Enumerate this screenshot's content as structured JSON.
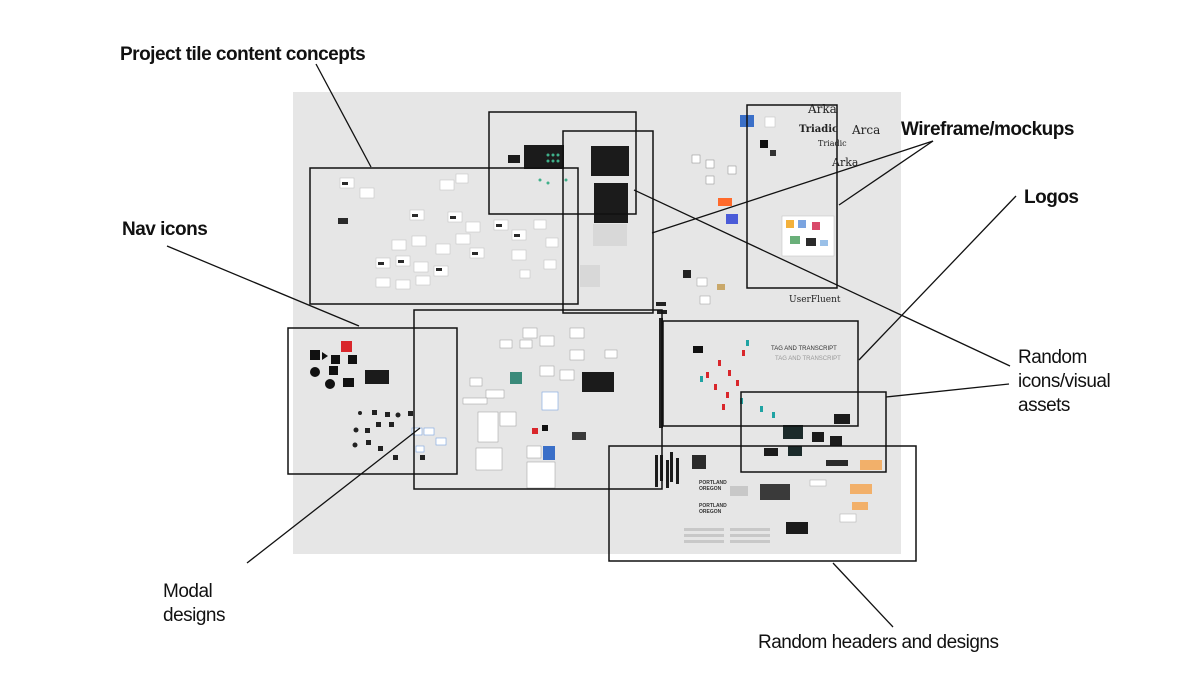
{
  "annotations": {
    "project_tiles": "Project tile content concepts",
    "wireframes": "Wireframe/mockups",
    "nav_icons": "Nav icons",
    "logos": "Logos",
    "random_icons_line1": "Random",
    "random_icons_line2": "icons/visual",
    "random_icons_line3": "assets",
    "modal_line1": "Modal",
    "modal_line2": "designs",
    "random_headers": "Random headers and designs"
  },
  "canvas_text": {
    "arka_1": "Arka",
    "triadic_1": "Triadic",
    "arca": "Arca",
    "triadic_2": "Triadic",
    "arka_2": "Arka",
    "userfluent": "UserFluent",
    "tag_transcript": "TAG AND TRANSCRIPT",
    "tag_transcript_2": "TAG AND TRANSCRIPT",
    "portland_1": "PORTLAND OREGON",
    "portland_2": "PORTLAND OREGON"
  },
  "colors": {
    "canvas": "#e6e6e6",
    "frame": "#111111",
    "accent_red": "#d9262b",
    "accent_teal": "#1fa3a3"
  }
}
